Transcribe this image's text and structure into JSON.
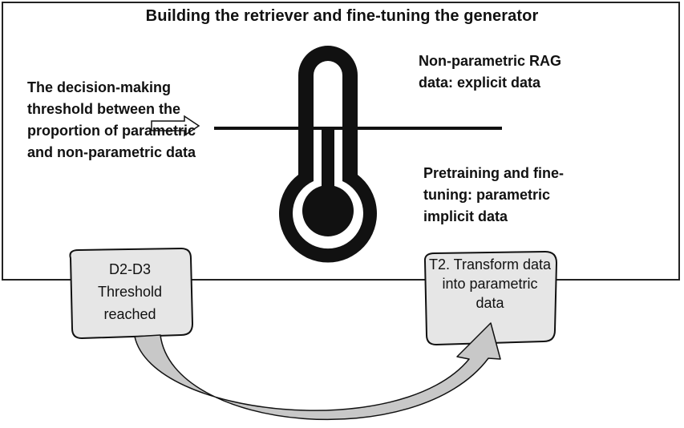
{
  "diagram": {
    "title": "Building the retriever and fine-tuning the generator",
    "threshold_label": "The decision-making threshold between the proportion of parametric and non-parametric data",
    "non_parametric_label": "Non-parametric RAG data: explicit data",
    "parametric_label": "Pretraining and fine-tuning: parametric implicit data",
    "note_threshold": {
      "line1": "D2-D3",
      "line2": "Threshold",
      "line3": "reached"
    },
    "note_transform": {
      "text": "T2. Transform data into parametric data"
    },
    "colors": {
      "stroke": "#111111",
      "note_fill": "#e6e6e6",
      "arrow_fill": "#c8c8c8"
    }
  }
}
